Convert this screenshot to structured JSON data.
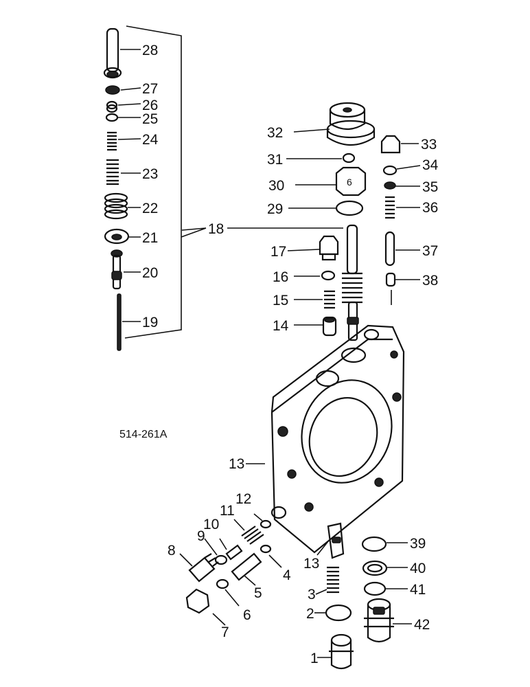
{
  "diagram": {
    "drawing_code": "514-261A",
    "callouts": {
      "c1": "1",
      "c2": "2",
      "c3": "3",
      "c4": "4",
      "c5": "5",
      "c6": "6",
      "c7": "7",
      "c8": "8",
      "c9": "9",
      "c10": "10",
      "c11": "11",
      "c12": "12",
      "c13a": "13",
      "c13b": "13",
      "c14": "14",
      "c15": "15",
      "c16": "16",
      "c17": "17",
      "c18": "18",
      "c19": "19",
      "c20": "20",
      "c21": "21",
      "c22": "22",
      "c23": "23",
      "c24": "24",
      "c25": "25",
      "c26": "26",
      "c27": "27",
      "c28": "28",
      "c29": "29",
      "c30": "30",
      "c31": "31",
      "c32": "32",
      "c33": "33",
      "c34": "34",
      "c35": "35",
      "c36": "36",
      "c37": "37",
      "c38": "38",
      "c39": "39",
      "c40": "40",
      "c41": "41",
      "c42": "42"
    }
  }
}
